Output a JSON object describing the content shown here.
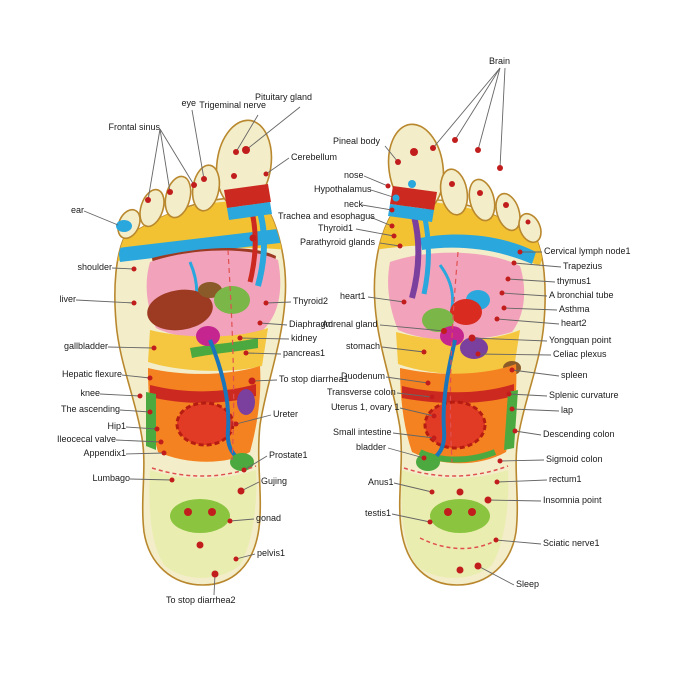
{
  "colors": {
    "skin": "#f3edc9",
    "outline": "#b9882e",
    "band_yellow": "#f2c233",
    "zone_pink": "#f2a3bb",
    "zone_orange": "#f58220",
    "zone_red": "#cc2a20",
    "zone_blue": "#2aa7dd",
    "zone_green": "#7ab648",
    "zone_dark_green": "#4ba93f",
    "zone_magenta": "#c4258f",
    "zone_purple": "#7b3f9e",
    "zone_liver": "#9c3a22",
    "reflex_dot": "#c21d1d",
    "leader_line": "#666666",
    "text": "#1a1a1a"
  },
  "labels": {
    "frontal_sinus": "Frontal sinus",
    "eye": "eye",
    "trigeminal_nerve": "Trigeminal nerve",
    "pituitary_gland": "Pituitary gland",
    "ear": "ear",
    "shoulder": "shoulder",
    "liver": "liver",
    "gallbladder": "gallbladder",
    "hepatic_flexure": "Hepatic flexure",
    "knee": "knee",
    "the_ascending": "The ascending",
    "hip1": "Hip1",
    "ileocecal_valve": "Ileocecal valve",
    "appendix1": "Appendix1",
    "lumbago": "Lumbago",
    "to_stop_diarrhea2": "To stop diarrhea2",
    "cerebellum": "Cerebellum",
    "pineal_body": "Pineal body",
    "nose": "nose",
    "hypothalamus": "Hypothalamus",
    "neck": "neck",
    "trachea_esophagus": "Trachea and esophagus",
    "thyroid1": "Thyroid1",
    "parathyroid_glands": "Parathyroid glands",
    "thyroid2": "Thyroid2",
    "diaphragm": "Diaphragm",
    "kidney": "kidney",
    "pancreas1": "pancreas1",
    "to_stop_diarrhea1": "To stop diarrhea1",
    "ureter": "Ureter",
    "prostate1": "Prostate1",
    "gujing": "Gujing",
    "gonad": "gonad",
    "pelvis1": "pelvis1",
    "heart1": "heart1",
    "adrenal_gland": "Adrenal gland",
    "stomach": "stomach",
    "duodenum": "Duodenum",
    "transverse_colon": "Transverse colon",
    "uterus_ovary": "Uterus 1, ovary 1",
    "small_intestine": "Small intestine",
    "bladder": "bladder",
    "anus1": "Anus1",
    "testis1": "testis1",
    "brain": "Brain",
    "cervical_lymph_node1": "Cervical lymph node1",
    "trapezius": "Trapezius",
    "thymus1": "thymus1",
    "a_bronchial_tube": "A bronchial tube",
    "asthma": "Asthma",
    "heart2": "heart2",
    "yongquan_point": "Yongquan point",
    "celiac_plexus": "Celiac plexus",
    "spleen": "spleen",
    "splenic_curvature": "Splenic curvature",
    "lap": "lap",
    "descending_colon": "Descending colon",
    "sigmoid_colon": "Sigmoid colon",
    "rectum1": "rectum1",
    "insomnia_point": "Insomnia point",
    "sciatic_nerve1": "Sciatic nerve1",
    "sleep": "Sleep"
  }
}
